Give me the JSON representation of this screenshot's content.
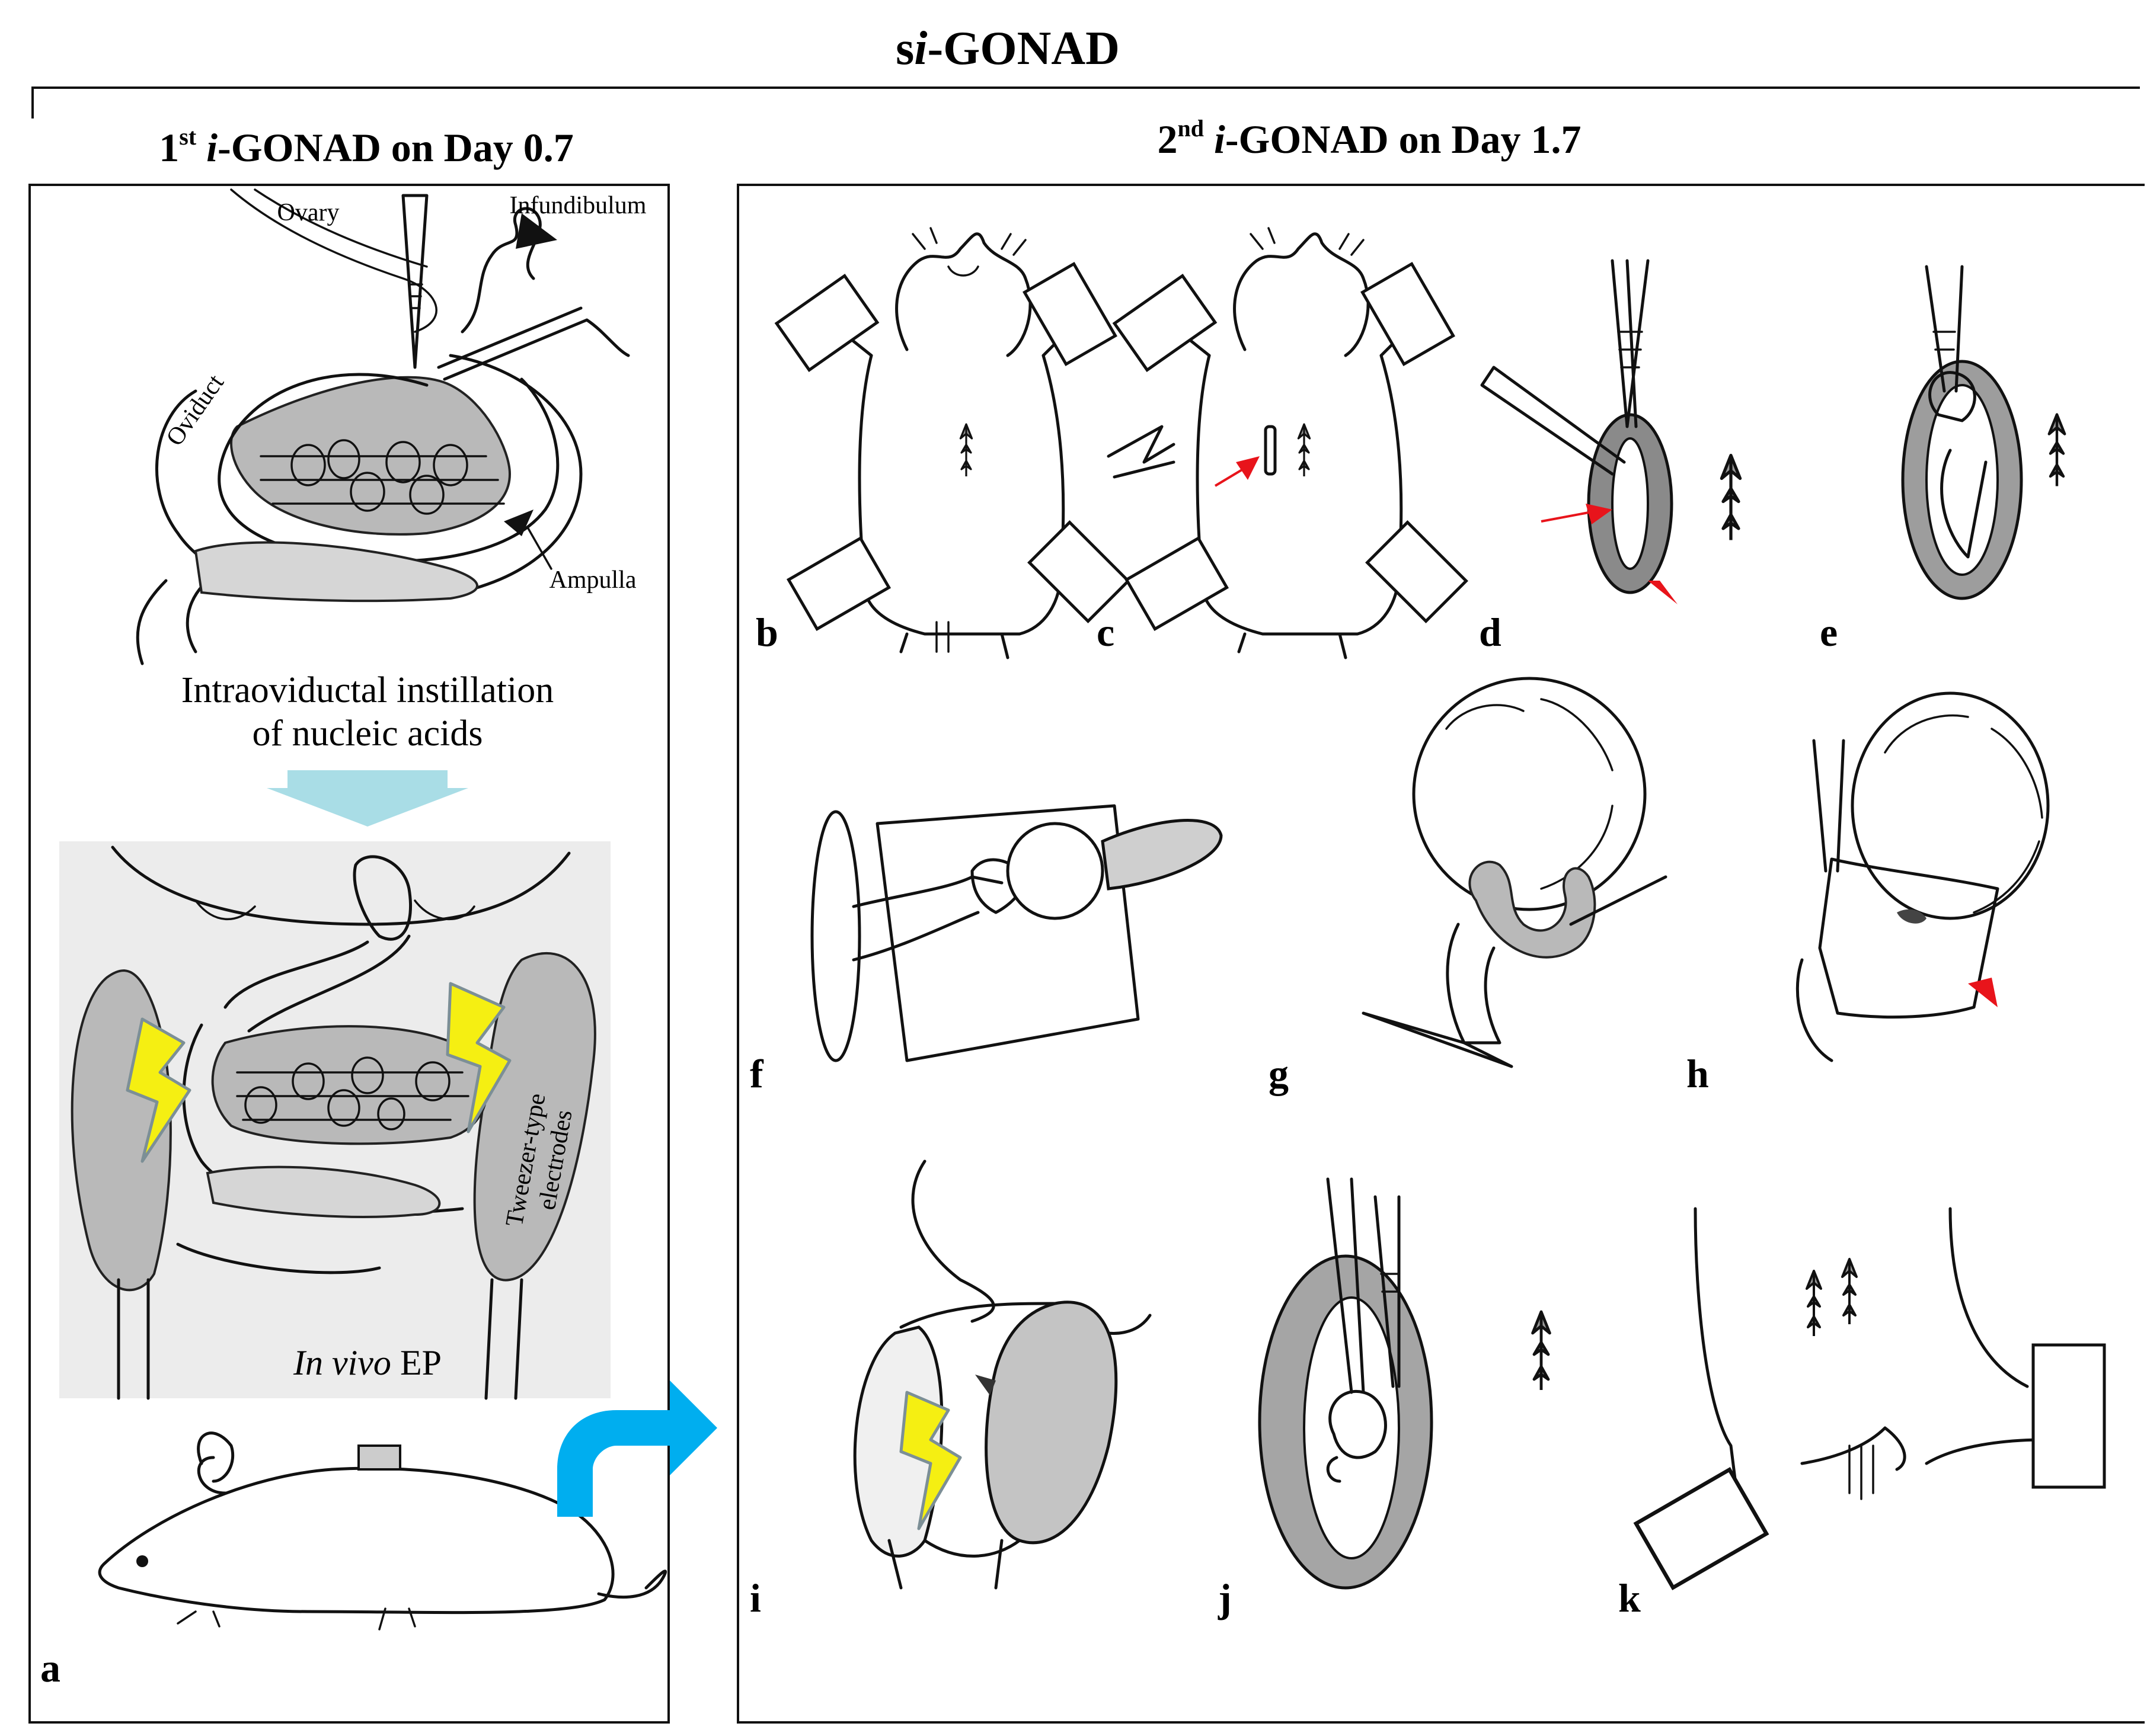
{
  "title": {
    "prefix": "s",
    "italic": "i",
    "suffix": "-GONAD"
  },
  "left_panel": {
    "heading": {
      "ordinal": "1",
      "sup": "st",
      "italic": "i",
      "rest": "-GONAD on Day 0.7"
    },
    "labels": {
      "ovary": "Ovary",
      "infundibulum": "Infundibulum",
      "oviduct": "Oviduct",
      "ampulla": "Ampulla",
      "tweezer": "Tweezer-type",
      "electrodes": "electrodes",
      "in_vivo_italic": "In vivo",
      "in_vivo_rest": " EP"
    },
    "instillation_line1": "Intraoviductal instillation",
    "instillation_line2": "of nucleic acids",
    "panel_letter": "a"
  },
  "right_panel": {
    "heading": {
      "ordinal": "2",
      "sup": "nd",
      "italic": "i",
      "rest": "-GONAD on Day 1.7"
    },
    "panel_letters": [
      "b",
      "c",
      "d",
      "e",
      "f",
      "g",
      "h",
      "i",
      "j",
      "k"
    ]
  },
  "colors": {
    "arrow_cyan": "#00aeef",
    "arrow_pale": "#a9dde6",
    "bolt_yellow": "#f5ef12",
    "marker_red": "#e8141b"
  },
  "icons": [
    "lightning-bolt-icon",
    "red-arrowhead-icon",
    "curved-arrow-icon",
    "down-arrow-icon"
  ]
}
